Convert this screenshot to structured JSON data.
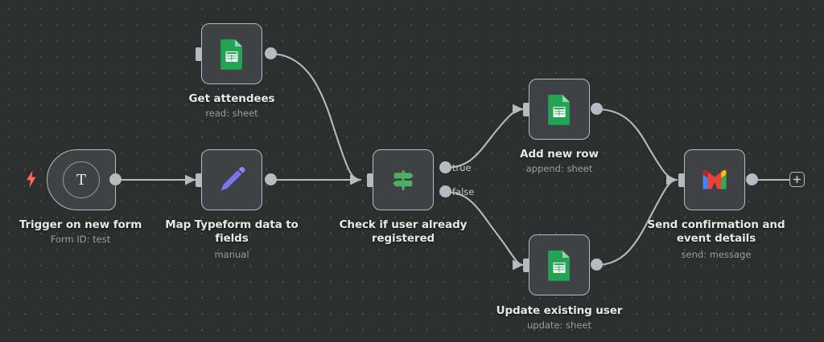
{
  "canvas": {
    "background_color": "#2d2e2e",
    "dot_color": "#4a4b4b",
    "node_fill": "#3f4145",
    "node_border": "#b7bac1",
    "edge_color": "#b7bac1",
    "accent_trigger": "#ff6d5a",
    "accent_switch": "#4caf66",
    "accent_edit": "#7b74f0",
    "sheets_green": "#23a455",
    "gmail_red": "#ea4335",
    "gmail_yellow": "#fbbc04",
    "gmail_blue": "#4285f4",
    "gmail_green": "#34a853"
  },
  "nodes": [
    {
      "id": "trigger",
      "label": "Trigger on new form",
      "subtitle": "Form ID: test",
      "icon": "typeform-trigger-icon",
      "icon_letter": "T"
    },
    {
      "id": "get-attendees",
      "label": "Get attendees",
      "subtitle": "read: sheet",
      "icon": "google-sheets-icon"
    },
    {
      "id": "map-typeform",
      "label": "Map Typeform data to fields",
      "subtitle": "manual",
      "icon": "pencil-edit-icon"
    },
    {
      "id": "check-registered",
      "label": "Check if user already registered",
      "subtitle": "",
      "icon": "signpost-switch-icon",
      "outputs": [
        "true",
        "false"
      ]
    },
    {
      "id": "add-new-row",
      "label": "Add new row",
      "subtitle": "append: sheet",
      "icon": "google-sheets-icon"
    },
    {
      "id": "update-existing-user",
      "label": "Update existing user",
      "subtitle": "update: sheet",
      "icon": "google-sheets-icon"
    },
    {
      "id": "send-confirmation",
      "label": "Send confirmation and event details",
      "subtitle": "send: message",
      "icon": "gmail-icon"
    }
  ],
  "add_node_button": {
    "label": "+",
    "name": "add-node-button"
  }
}
